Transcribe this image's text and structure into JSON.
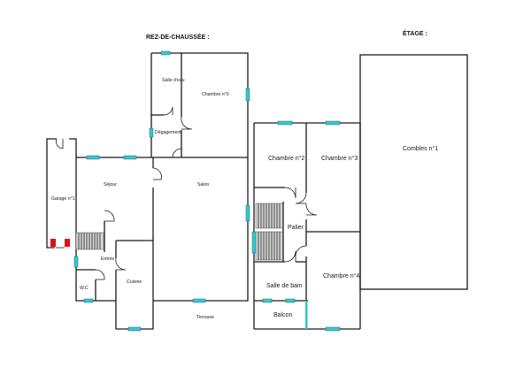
{
  "titles": {
    "ground_floor": "REZ-DE-CHAUSSÉE :",
    "upper_floor": "ÉTAGE :"
  },
  "rooms": {
    "salle_eau": "Salle d'eau",
    "chambre_0": "Chambre n°0",
    "degagement": "Dégagement",
    "garage": "Garage n°1",
    "sejour": "Séjour",
    "salon": "Salon",
    "entree": "Entrée",
    "wc": "W.C",
    "cuisine": "Cuisine",
    "terrasse": "Terrasse",
    "chambre_2": "Chambre n°2",
    "chambre_3": "Chambre n°3",
    "combles": "Combles n°1",
    "palier": "Palier",
    "chambre_4": "Chambre n°4",
    "salle_de_bain": "Salle de bain",
    "balcon": "Balcon"
  }
}
